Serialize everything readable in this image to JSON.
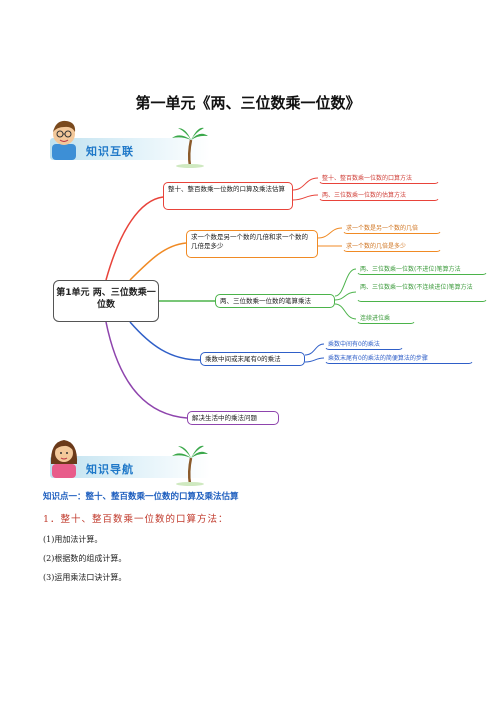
{
  "title": "第一单元《两、三位数乘一位数》",
  "banner1": "知识互联",
  "banner2": "知识导航",
  "mindmap": {
    "root": "第1单元 两、三位数乘一位数",
    "branches": [
      {
        "label": "整十、整百数乘一位数的口算及乘法估算",
        "color": "#e8433a",
        "leaves": [
          "整十、整百数乘一位数的口算方法",
          "两、三位数乘一位数的估算方法"
        ]
      },
      {
        "label": "求一个数是另一个数的几倍和求一个数的几倍是多少",
        "color": "#f08a24",
        "leaves": [
          "求一个数是另一个数的几倍",
          "求一个数的几倍是多少"
        ]
      },
      {
        "label": "两、三位数乘一位数的笔算乘法",
        "color": "#4bb34a",
        "leaves": [
          "两、三位数乘一位数(不进位)笔算方法",
          "两、三位数乘一位数(不连续进位)笔算方法",
          "连续进位乘"
        ]
      },
      {
        "label": "乘数中间或末尾有0的乘法",
        "color": "#2f5fc8",
        "leaves": [
          "乘数中间有0的乘法",
          "乘数末尾有0的乘法的简便算法的步骤"
        ]
      },
      {
        "label": "解决生活中的乘法问题",
        "color": "#8e44ad",
        "leaves": []
      }
    ]
  },
  "knowledge_point": "知识点一：整十、整百数乘一位数的口算及乘法估算",
  "subheading": "1．整十、整百数乘一位数的口算方法：",
  "methods": [
    "(1)用加法计算。",
    "(2)根据数的组成计算。",
    "(3)运用乘法口诀计算。"
  ]
}
